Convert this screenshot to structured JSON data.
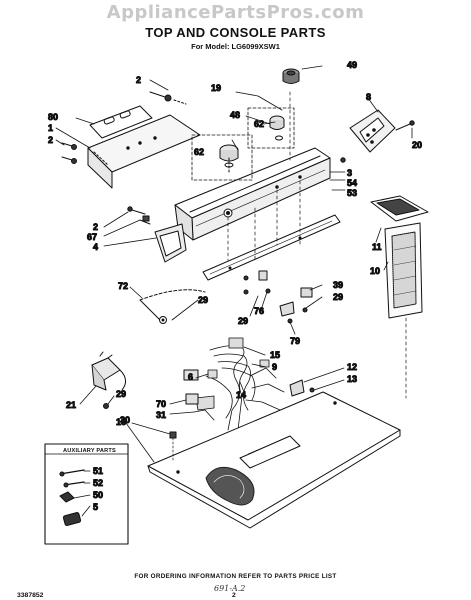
{
  "watermark": "AppliancePartsPros.com",
  "title": "TOP AND CONSOLE PARTS",
  "subtitle": "For Model: LG6099XSW1",
  "aux_box_title": "AUXILIARY PARTS",
  "footer": "FOR ORDERING INFORMATION REFER TO PARTS PRICE LIST",
  "doc_number": "3387852",
  "page_number": "2",
  "handwritten_note": "691-A.2",
  "callouts": [
    "2",
    "49",
    "19",
    "8",
    "80",
    "1",
    "2",
    "48",
    "62",
    "62",
    "20",
    "3",
    "54",
    "53",
    "2",
    "67",
    "4",
    "11",
    "10",
    "72",
    "29",
    "39",
    "29",
    "29",
    "76",
    "79",
    "15",
    "9",
    "6",
    "14",
    "12",
    "13",
    "21",
    "29",
    "70",
    "31",
    "30",
    "16",
    "51",
    "52",
    "50",
    "5"
  ]
}
